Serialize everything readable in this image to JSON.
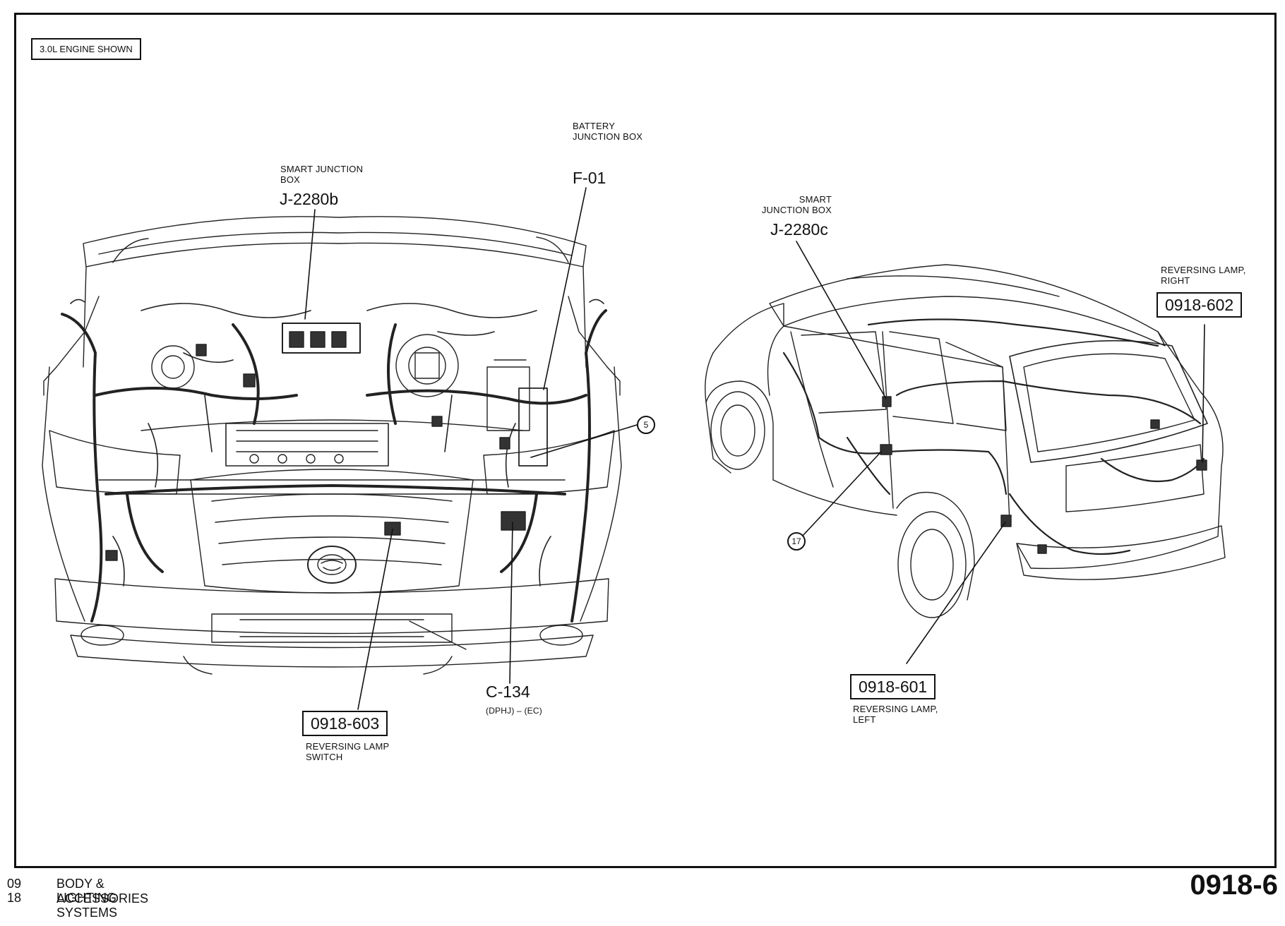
{
  "engine_note": "3.0L ENGINE SHOWN",
  "callouts": {
    "smart_jb_front": {
      "caption": [
        "SMART JUNCTION",
        "BOX"
      ],
      "code": "J-2280b"
    },
    "battery_jb": {
      "caption": [
        "BATTERY",
        "JUNCTION BOX"
      ],
      "code": "F-01"
    },
    "smart_jb_rear": {
      "caption": [
        "SMART",
        "JUNCTION BOX"
      ],
      "code": "J-2280c"
    },
    "rev_lamp_right": {
      "caption": [
        "REVERSING LAMP,",
        "RIGHT"
      ],
      "code": "0918-602"
    },
    "rev_lamp_left": {
      "caption": [
        "REVERSING LAMP,",
        "LEFT"
      ],
      "code": "0918-601"
    },
    "rev_lamp_switch": {
      "caption": [
        "REVERSING LAMP",
        "SWITCH"
      ],
      "code": "0918-603"
    },
    "connector": {
      "code": "C-134",
      "caption": "(DPHJ) – (EC)"
    },
    "ground_front": "5",
    "ground_rear": "17"
  },
  "footer": {
    "lines": [
      {
        "num": "09",
        "text": "BODY & ACCESSORIES"
      },
      {
        "num": "18",
        "text": "LIGHTING SYSTEMS"
      }
    ],
    "page": "0918-6"
  }
}
